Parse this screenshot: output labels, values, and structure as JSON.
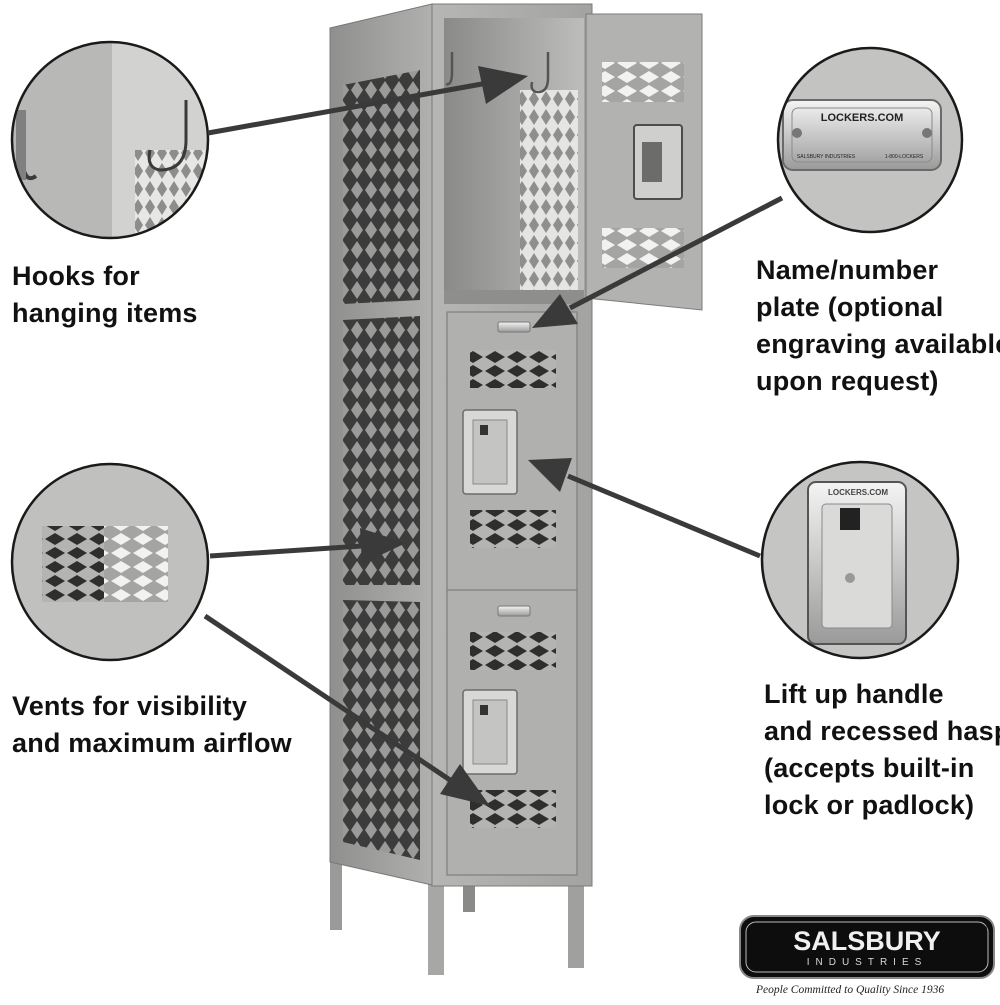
{
  "callouts": {
    "hooks": [
      "Hooks for",
      "hanging items"
    ],
    "name_plate": [
      "Name/number",
      "plate (optional",
      "engraving available",
      "upon request)"
    ],
    "vents": [
      "Vents for visibility",
      "and maximum airflow"
    ],
    "handle": [
      "Lift up handle",
      "and recessed hasp",
      "(accepts built-in",
      "lock or padlock)"
    ]
  },
  "plate_text": {
    "brand": "LOCKERS.COM",
    "sub_left": "SALSBURY INDUSTRIES",
    "sub_right": "1-800-LOCKERS"
  },
  "door_plate_text": "LOCKERS.COM",
  "logo": {
    "name": "SALSBURY",
    "sub": "INDUSTRIES",
    "tagline": "People Committed to Quality Since 1936",
    "registered": "®"
  },
  "colors": {
    "locker_gray": "#a9a9a7",
    "locker_light": "#c4c4c2",
    "locker_dark": "#7e7e7c",
    "arrow": "#3a3a3a",
    "text": "#111111"
  }
}
